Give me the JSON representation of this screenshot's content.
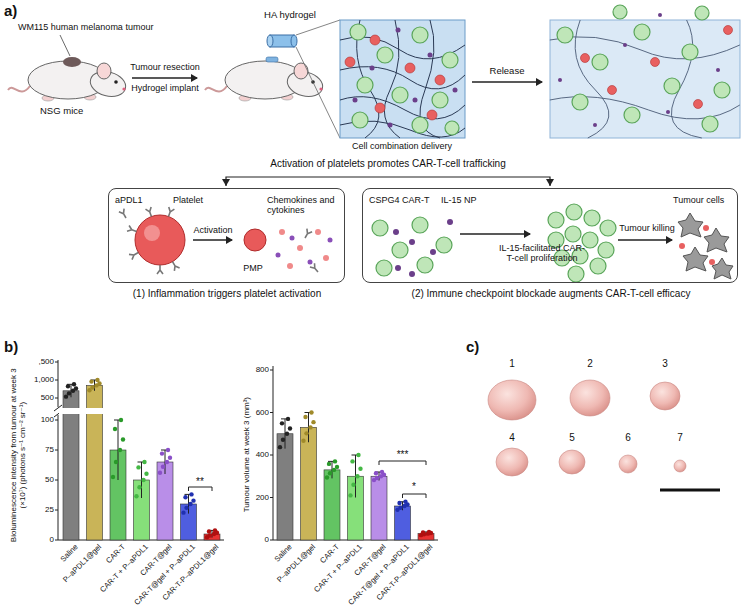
{
  "diagram": {
    "nodes": [
      {
        "text": [
          "aPDL1",
          "Platelet",
          "Activation",
          "PMP",
          "Chemokines and cytokines",
          "(1) Inflammation triggers platelet activation"
        ]
      },
      {
        "text": [
          "CSPG4 CAR-T",
          "IL-15 NP",
          "IL-15-facilitated CAR-T-cell proliferation",
          "Tumour cells",
          "Tumour killing",
          "(2) Immune checkpoint blockade augments CAR-T-cell efficacy"
        ]
      }
    ],
    "labels": [
      "a)",
      "WM115 human melanoma tumour",
      "NSG mice",
      "Tumour resection",
      "Hydrogel implant",
      "HA hydrogel",
      "Cell combination delivery",
      "Release",
      "Activation of platelets promotes CAR-T-cell trafficking",
      "b)",
      "Bioluminescence intensity from tumour at week 3 (×10⁷) (photons s⁻¹ cm⁻² sr⁻¹)",
      ",500",
      "1,000",
      "500",
      "100",
      "75",
      "50",
      "25",
      "0",
      "Saline",
      "P–aPDL1@gel",
      "CAR-T",
      "CAR-T + P–aPDL1",
      "CAR-T@gel",
      "CAR-T@gel + P–aPDL1",
      "CAR-T-P–aPDL1@gel",
      "**",
      "Tumour volume at week 3 (mm³)",
      "0",
      "200",
      "400",
      "600",
      "800",
      "Saline",
      "P–aPDL1@gel",
      "CAR-T",
      "CAR-T + P–aPDL1",
      "CAR-T@gel",
      "CAR-T@gel + P–aPDL1",
      "CAR-T-P–aPDL1@gel",
      "***",
      "*",
      "c)",
      "1",
      "2",
      "3",
      "4",
      "5",
      "6",
      "7"
    ]
  }
}
